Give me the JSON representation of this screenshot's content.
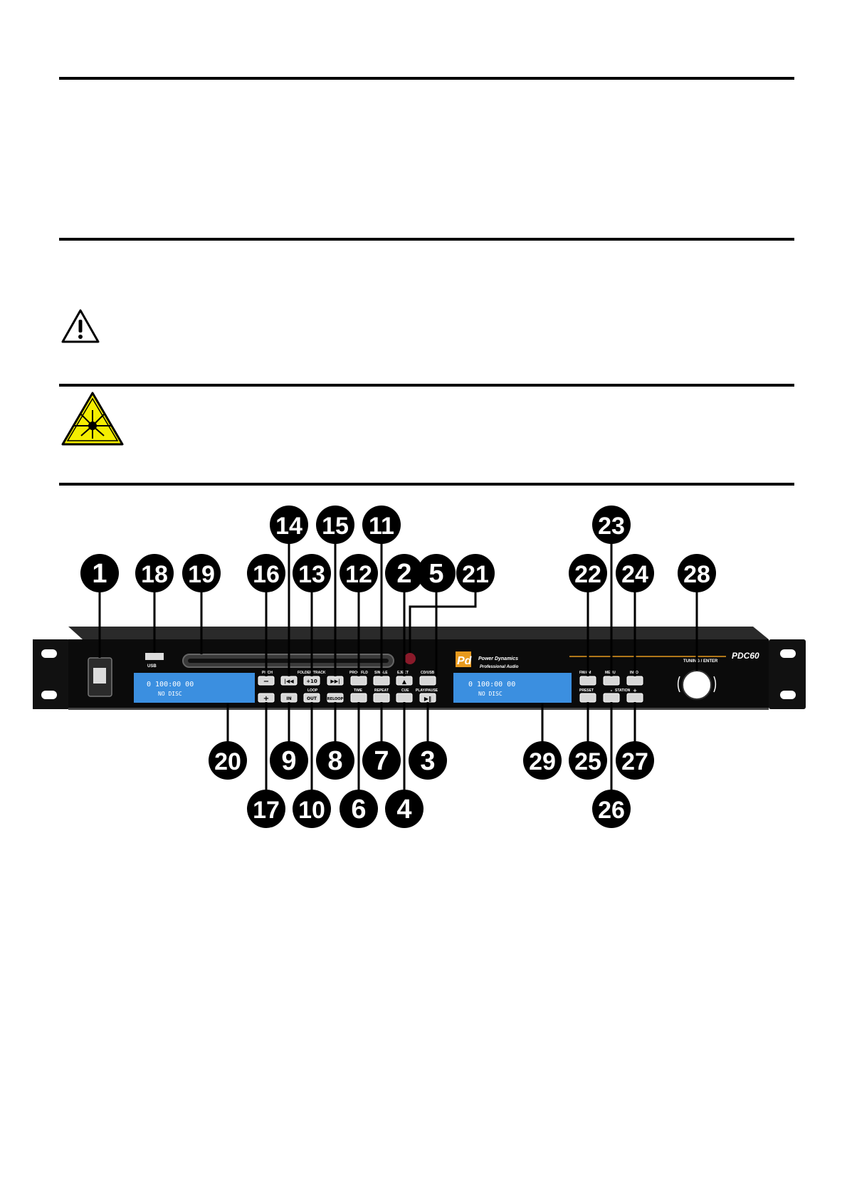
{
  "icons": {
    "caution": "caution-triangle-icon",
    "laser": "laser-warning-icon"
  },
  "colors": {
    "lcd": "#3b8fe0",
    "laser_yellow": "#f4ee00",
    "callout": "#000000",
    "logo_orange": "#e89a1e"
  },
  "device": {
    "brand_logo": "Pd",
    "brand_line1": "Power Dynamics",
    "brand_line2": "Professional Audio",
    "model": "PDC60",
    "usb_label": "USB",
    "knob_label": "TUNING / ENTER",
    "lcd1": {
      "line1": "0 100:00 00",
      "line2": "NO DISC"
    },
    "lcd2": {
      "line1": "0 100:00 00",
      "line2": "NO DISC"
    },
    "buttons": {
      "pitch": "PITCH",
      "folder_track": "FOLDER/TRACK",
      "prog_fld": "PROG FLD",
      "single": "SINGLE",
      "eject": "EJECT",
      "cd_usb": "CD/USB",
      "time": "TIME",
      "repeat": "REPEAT",
      "cue": "CUE",
      "play_pause": "PLAY/PAUSE",
      "loop": "LOOP",
      "in": "IN",
      "out": "OUT",
      "reloop": "RELOOP",
      "plus10": "+10",
      "fm_am": "FM/AM",
      "menu": "MENU",
      "info": "INFO",
      "preset": "PRESET",
      "station": "STATION"
    }
  },
  "callouts": [
    "1",
    "2",
    "3",
    "4",
    "5",
    "6",
    "7",
    "8",
    "9",
    "10",
    "11",
    "12",
    "13",
    "14",
    "15",
    "16",
    "17",
    "18",
    "19",
    "20",
    "21",
    "22",
    "23",
    "24",
    "25",
    "26",
    "27",
    "28",
    "29"
  ]
}
